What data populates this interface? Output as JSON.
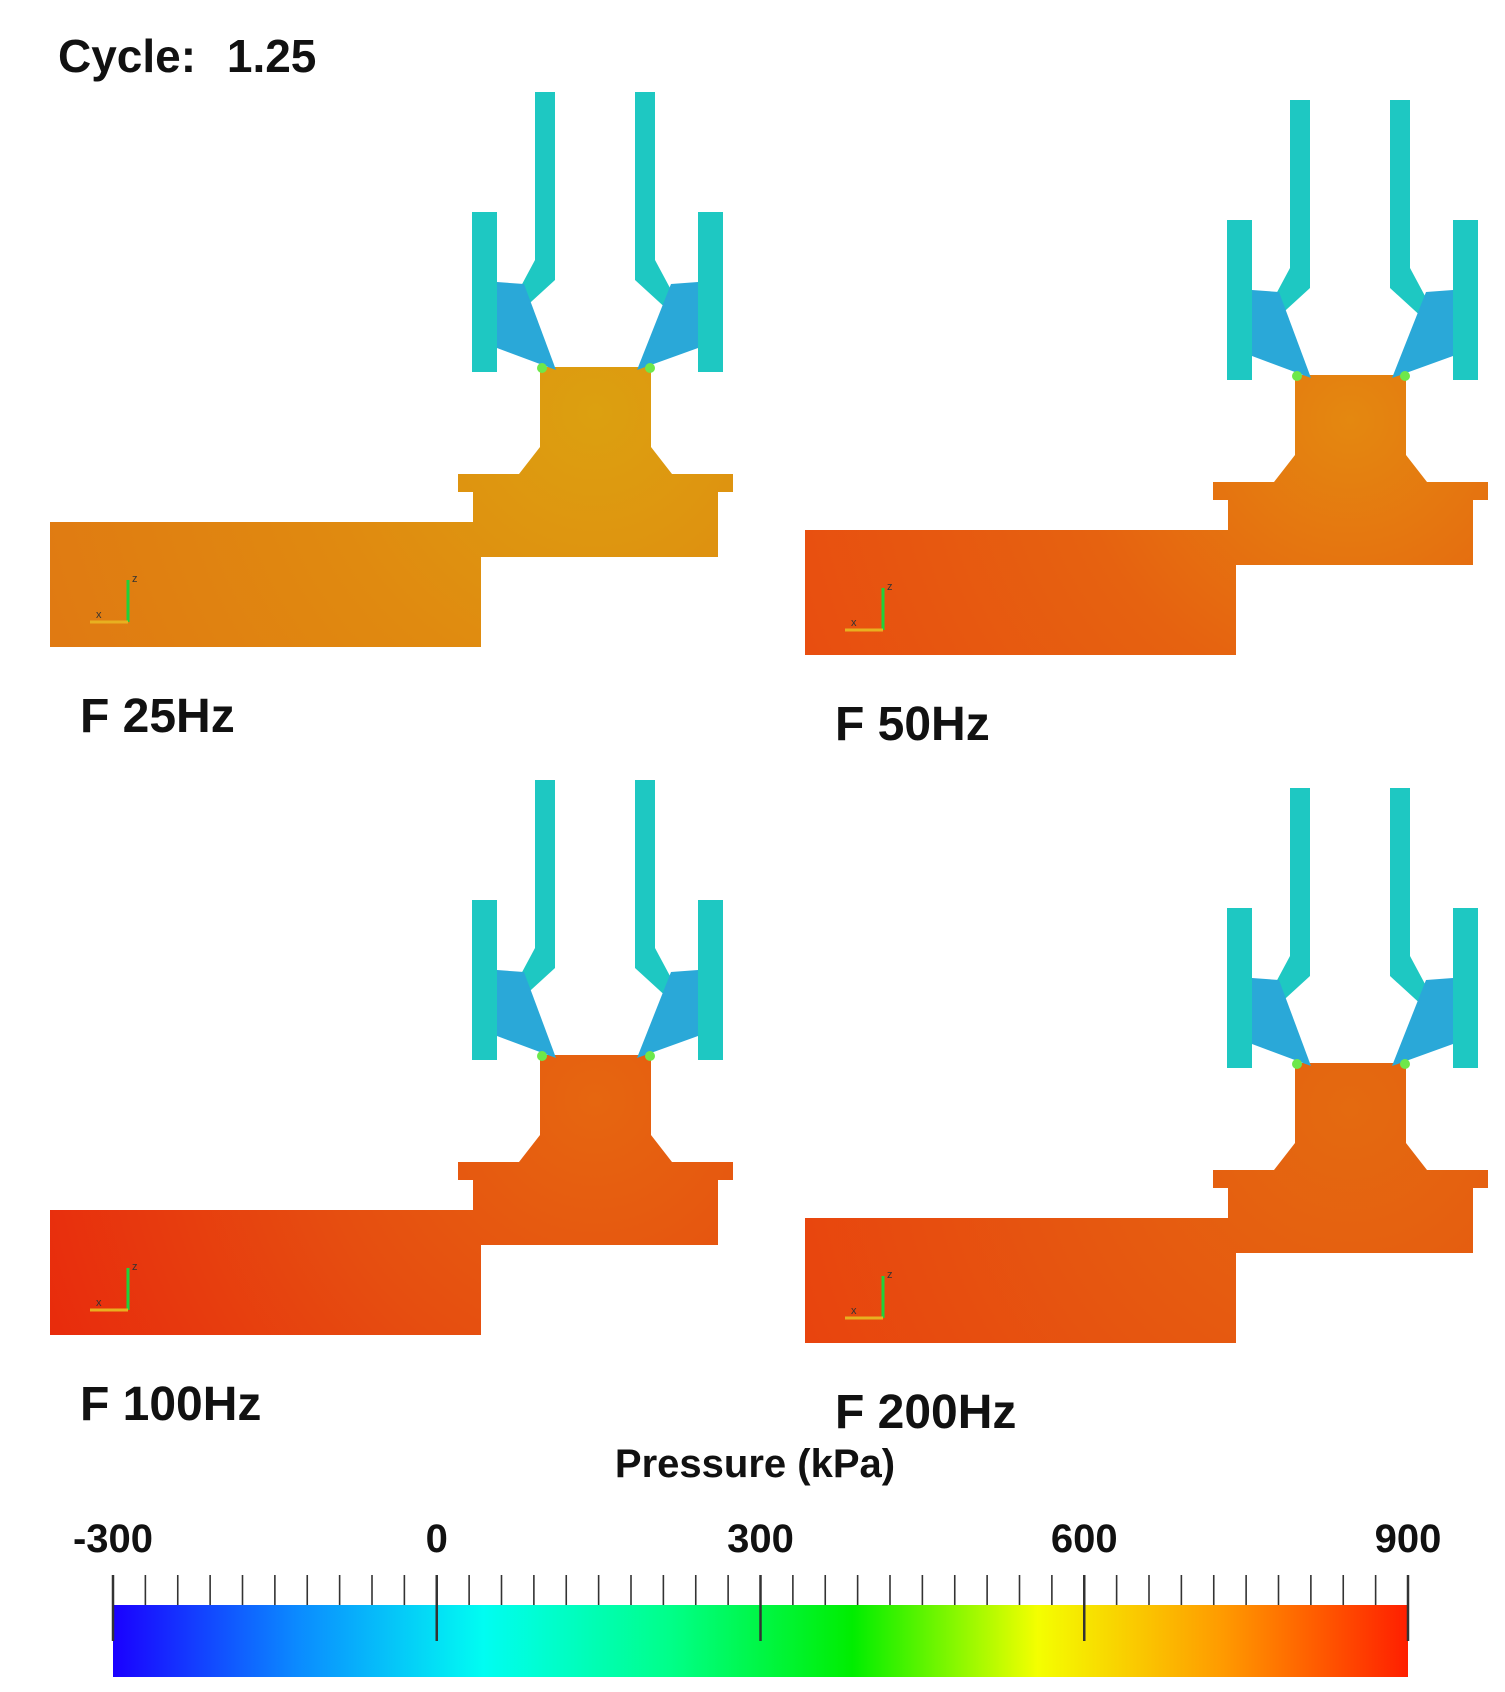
{
  "cycle": {
    "label": "Cycle:",
    "value": "1.25"
  },
  "panels": [
    {
      "label": "F 25Hz",
      "body_color": "#e08a10",
      "body_color_center": "#dca010",
      "body_color_edge": "#e07812"
    },
    {
      "label": "F 50Hz",
      "body_color": "#e66210",
      "body_color_center": "#e48810",
      "body_color_edge": "#e84c10"
    },
    {
      "label": "F 100Hz",
      "body_color": "#e64e10",
      "body_color_center": "#e66610",
      "body_color_edge": "#e8280c"
    },
    {
      "label": "F 200Hz",
      "body_color": "#e65810",
      "body_color_center": "#e46a10",
      "body_color_edge": "#e8420e"
    }
  ],
  "valve_color": "#1ec8c2",
  "axis_triad": {
    "x_label": "x",
    "z_label": "z"
  },
  "colorbar": {
    "title": "Pressure (kPa)",
    "min": -300,
    "max": 900,
    "tick_labels": [
      "-300",
      "0",
      "300",
      "600",
      "900"
    ],
    "tick_values": [
      -300,
      0,
      300,
      600,
      900
    ],
    "colors": [
      "#1a00ff",
      "#0b8bff",
      "#00fdf2",
      "#00ff8a",
      "#00ee00",
      "#f4ff00",
      "#ff9a00",
      "#ff1f00"
    ]
  }
}
